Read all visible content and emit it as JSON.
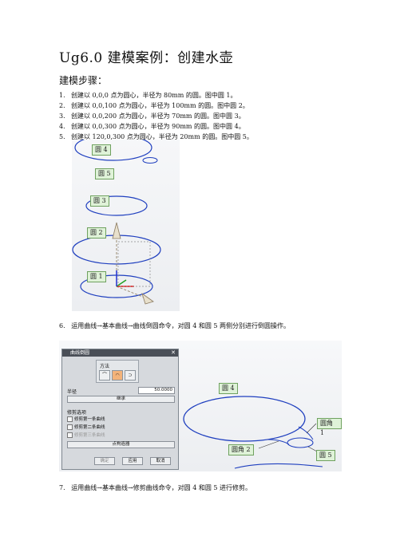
{
  "title": "Ug6.0 建模案例：创建水壶",
  "subtitle": "建模步骤：",
  "steps": [
    {
      "num": "1.",
      "text": "创建以 0,0,0 点为圆心，半径为 80mm 的圆。图中圆 1。"
    },
    {
      "num": "2.",
      "text": "创建以 0,0,100 点为圆心，半径为 100mm 的圆。图中圆 2。"
    },
    {
      "num": "3.",
      "text": "创建以 0,0,200 点为圆心，半径为 70mm 的圆。图中圆 3。"
    },
    {
      "num": "4.",
      "text": "创建以 0,0,300 点为圆心，半径为 90mm 的圆。图中圆 4。"
    },
    {
      "num": "5.",
      "text": "创建以 120,0,300 点为圆心，半径为 20mm 的圆。图中圆 5。"
    }
  ],
  "figure1": {
    "labels": {
      "c1": "圆 1",
      "c2": "圆 2",
      "c3": "圆 3",
      "c4": "圆 4",
      "c5": "圆 5"
    }
  },
  "step6": {
    "num": "6.",
    "text": "运用曲线→基本曲线→曲线倒圆命令，对圆 4 和圆 5 两侧分别进行倒圆操作。"
  },
  "figure2": {
    "dialog": {
      "title": "曲线倒圆",
      "close": "✕",
      "method_label": "方法",
      "radius_label": "半径",
      "radius_value": "50.0000",
      "inherit_btn": "继承",
      "trim_label": "修剪选项",
      "trim1": "修剪第一条曲线",
      "trim2": "修剪第二条曲线",
      "trim3": "修剪第三条曲线",
      "point_btn": "点构造器",
      "ok": "确定",
      "apply": "应用",
      "cancel": "取消"
    },
    "labels": {
      "c4": "圆 4",
      "c5": "圆 5",
      "f1": "圆角 1",
      "f2": "圆角 2"
    }
  },
  "step7": {
    "num": "7.",
    "text": "运用曲线→基本曲线→修剪曲线命令，对圆 4 和圆 5 进行修剪。"
  },
  "colors": {
    "curve": "#1f3fbf",
    "tag_bg": "#dff2d8",
    "tag_border": "#6fa15f"
  }
}
